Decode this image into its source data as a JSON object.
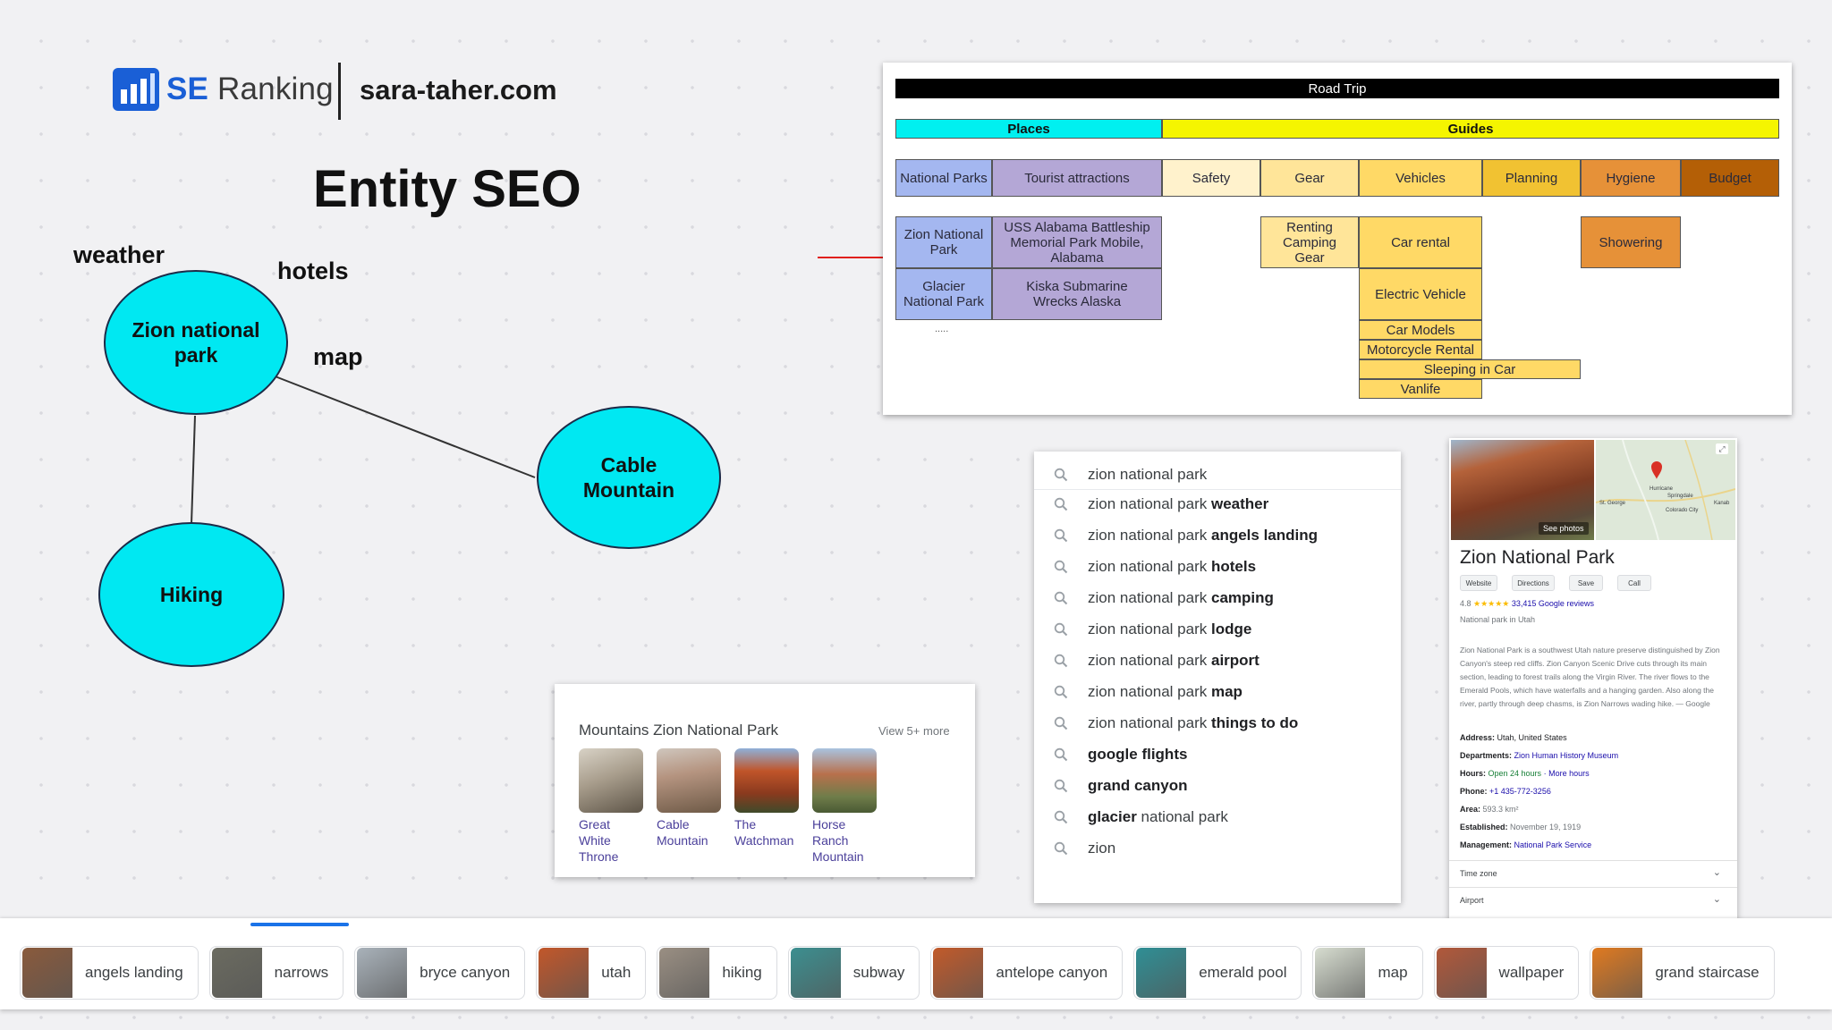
{
  "header": {
    "brand_prefix": "SE",
    "brand_name": "Ranking",
    "site": "sara-taher.com",
    "title": "Entity SEO"
  },
  "graph": {
    "nodes": {
      "zion": "Zion national park",
      "cable": "Cable Mountain",
      "hiking": "Hiking"
    },
    "labels": {
      "weather": "weather",
      "hotels": "hotels",
      "map": "map"
    }
  },
  "sheet": {
    "title": "Road Trip",
    "group_places": "Places",
    "group_guides": "Guides",
    "categories": [
      "National Parks",
      "Tourist attractions",
      "Safety",
      "Gear",
      "Vehicles",
      "Planning",
      "Hygiene",
      "Budget"
    ],
    "parks": [
      "Zion National Park",
      "Glacier National Park"
    ],
    "ellipsis": ".....",
    "attractions": [
      "USS Alabama Battleship Memorial Park Mobile, Alabama",
      "Kiska Submarine Wrecks Alaska"
    ],
    "gear": [
      "Renting Camping Gear"
    ],
    "vehicles": [
      "Car rental",
      "Electric Vehicle",
      "Car Models",
      "Motorcycle Rental",
      "Sleeping in Car",
      "Vanlife"
    ],
    "hygiene": [
      "Showering"
    ],
    "colors": {
      "places": "#00f0f0",
      "guides": "#f5f500",
      "places_cells": "#a4b7f0",
      "attractions_cells": "#b4a7d6",
      "safety": "#fff2cc",
      "gear": "#ffe599",
      "vehicles": "#ffd966",
      "planning": "#f1c232",
      "hygiene": "#e69138",
      "budget": "#b45f06",
      "arrow": "#e0201c"
    }
  },
  "suggestions": {
    "query": "zion national park",
    "items": [
      {
        "plain": "zion national park ",
        "bold": "weather"
      },
      {
        "plain": "zion national park ",
        "bold": "angels landing"
      },
      {
        "plain": "zion national park ",
        "bold": "hotels"
      },
      {
        "plain": "zion national park ",
        "bold": "camping"
      },
      {
        "plain": "zion national park ",
        "bold": "lodge"
      },
      {
        "plain": "zion national park ",
        "bold": "airport"
      },
      {
        "plain": "zion national park ",
        "bold": "map"
      },
      {
        "plain": "zion national park ",
        "bold": "things to do"
      },
      {
        "plain": "",
        "bold": "google flights"
      },
      {
        "plain": "",
        "bold": "grand canyon"
      },
      {
        "plain": " national park",
        "bold": "glacier",
        "bold_first": true
      },
      {
        "plain": "zion",
        "bold": ""
      }
    ]
  },
  "mountains": {
    "title": "Mountains Zion National Park",
    "more": "View 5+ more",
    "items": [
      "Great White Throne",
      "Cable Mountain",
      "The Watchman",
      "Horse Ranch Mountain"
    ]
  },
  "knowledge_panel": {
    "title": "Zion National Park",
    "see_photos": "See photos",
    "map_labels": [
      "Hurricane",
      "Springdale",
      "St. George",
      "Colorado City",
      "Kanab"
    ],
    "buttons": [
      "Website",
      "Directions",
      "Save",
      "Call"
    ],
    "rating": "4.8",
    "stars": "★★★★★",
    "reviews": "33,415 Google reviews",
    "type": "National park in Utah",
    "description": "Zion National Park is a southwest Utah nature preserve distinguished by Zion Canyon's steep red cliffs. Zion Canyon Scenic Drive cuts through its main section, leading to forest trails along the Virgin River. The river flows to the Emerald Pools, which have waterfalls and a hanging garden. Also along the river, partly through deep chasms, is Zion Narrows wading hike. — Google",
    "address_label": "Address:",
    "address": "Utah, United States",
    "departments_label": "Departments:",
    "departments": "Zion Human History Museum",
    "hours_label": "Hours:",
    "hours_open": "Open 24 hours",
    "hours_more": "· More hours",
    "phone_label": "Phone:",
    "phone": "+1 435-772-3256",
    "area_label": "Area:",
    "area": "593.3 km²",
    "established_label": "Established:",
    "established": "November 19, 1919",
    "management_label": "Management:",
    "management": "National Park Service",
    "accordions": [
      "Time zone",
      "Airport"
    ]
  },
  "chips": [
    {
      "label": "angels landing",
      "color": "#8a5a3c"
    },
    {
      "label": "narrows",
      "color": "#6b6b60"
    },
    {
      "label": "bryce canyon",
      "color": "#a9b2ba"
    },
    {
      "label": "utah",
      "color": "#c2572a"
    },
    {
      "label": "hiking",
      "color": "#9a8f83"
    },
    {
      "label": "subway",
      "color": "#3c8f90"
    },
    {
      "label": "antelope canyon",
      "color": "#c25a2a"
    },
    {
      "label": "emerald pool",
      "color": "#2f8f95"
    },
    {
      "label": "map",
      "color": "#d7ddd0"
    },
    {
      "label": "wallpaper",
      "color": "#b2583a"
    },
    {
      "label": "grand staircase",
      "color": "#e07a20"
    }
  ]
}
